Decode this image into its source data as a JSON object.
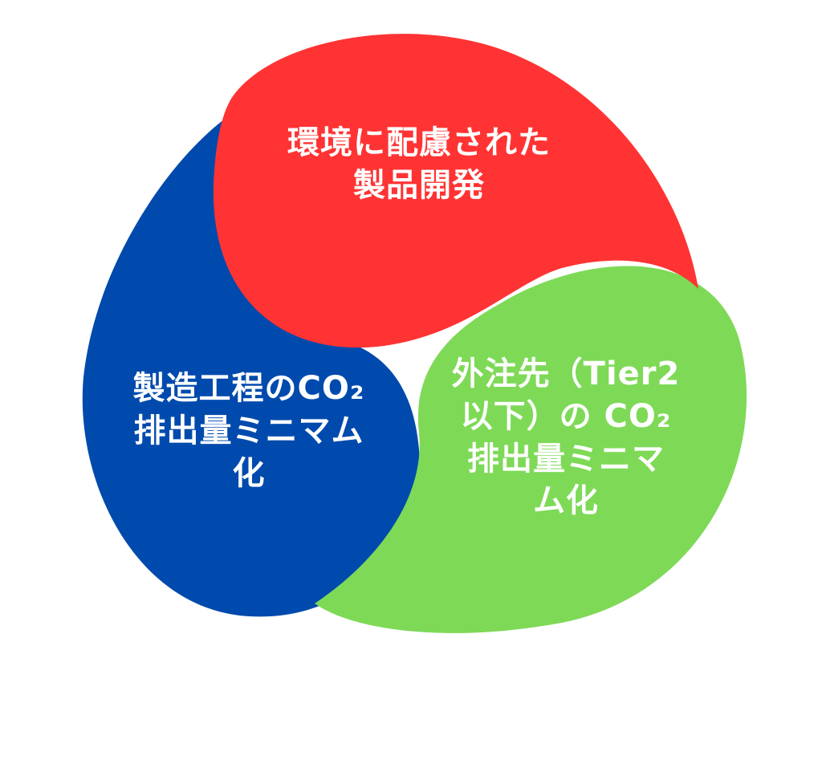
{
  "colors": {
    "red": "#ff3333",
    "blue": "#004aad",
    "green": "#7ed957",
    "text": "#ffffff",
    "background": "#ffffff"
  },
  "blobs": {
    "red": {
      "lines": [
        "環境に配慮された",
        "製品開発"
      ]
    },
    "blue": {
      "lines": [
        "製造工程のCO₂",
        "排出量ミニマム",
        "化"
      ]
    },
    "green": {
      "lines": [
        "外注先（Tier2",
        "以下）の CO₂",
        "排出量ミニマ",
        "ム化"
      ]
    }
  }
}
